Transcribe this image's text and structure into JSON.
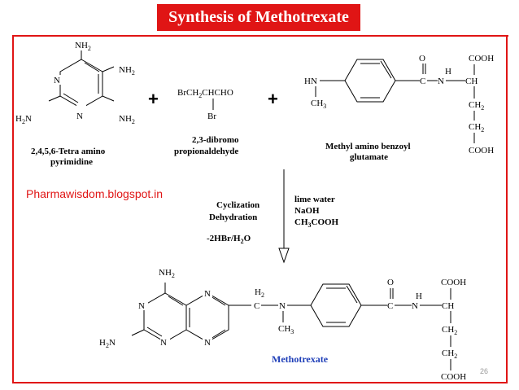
{
  "title": "Synthesis of Methotrexate",
  "blog": "Pharmawisdom.blogspot.in",
  "reactant1": {
    "name_line1": "2,4,5,6-Tetra amino",
    "name_line2": "pyrimidine",
    "atoms": {
      "nh2": "NH",
      "two": "2",
      "n": "N",
      "h2n": "H",
      "h2n_n": "N"
    }
  },
  "reactant2": {
    "formula_top": "BrCH",
    "formula_top_sub": "2",
    "formula_top_rest": "CHCHO",
    "formula_br": "Br",
    "name_line1": "2,3-dibromo",
    "name_line2": "propionaldehyde"
  },
  "reactant3": {
    "name_line1": "Methyl amino benzoyl",
    "name_line2": "glutamate",
    "atoms": {
      "o": "O",
      "h": "H",
      "n": "N",
      "hn": "HN",
      "ch3": "CH",
      "three": "3",
      "c": "C",
      "ch": "CH",
      "ch2": "CH",
      "cooh": "COOH"
    }
  },
  "plus": "+",
  "conditions_left": {
    "line1": "Cyclization",
    "line2": "Dehydration",
    "line3": "-2HBr/H",
    "line3_sub": "2",
    "line3_rest": "O"
  },
  "conditions_right": {
    "line1": "lime water",
    "line2": "NaOH",
    "line3": "CH",
    "line3_sub": "3",
    "line3_rest": "COOH"
  },
  "product": {
    "name": "Methotrexate"
  },
  "slide_number": "26"
}
